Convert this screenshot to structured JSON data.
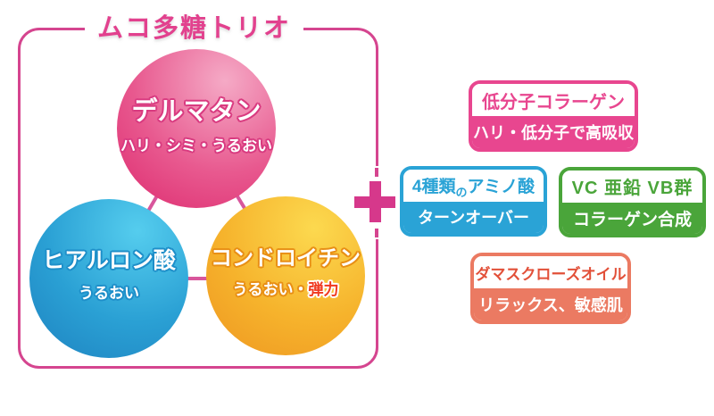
{
  "page": {
    "background": "#ffffff"
  },
  "trio_panel": {
    "title": "ムコ多糖トリオ",
    "border_color": "#d5458f",
    "title_color": "#e2418e",
    "connector_color": "#d8569c",
    "circles": [
      {
        "name": "デルマタン",
        "benefit": "ハリ・シミ・うるおい",
        "color_light": "#f5aac6",
        "color_dark": "#dd2a6e",
        "outline_color": "#d93b80"
      },
      {
        "name": "ヒアルロン酸",
        "benefit": "うるおい",
        "color_light": "#55cdee",
        "color_dark": "#1e82c0",
        "outline_color": "#1e8fc9"
      },
      {
        "name": "コンドロイチン",
        "benefit_prefix": "うるおい・",
        "benefit_highlight": "弾力",
        "color_light": "#fcd94f",
        "color_dark": "#ee9621",
        "outline_color": "#e88f15",
        "highlight_color": "#f0391f"
      }
    ]
  },
  "plus_icon": {
    "glyph": "+",
    "color": "#d6388b"
  },
  "supplement_cards": [
    {
      "name": "低分子コラーゲン",
      "benefit": "ハリ・低分子で高吸収",
      "color": "#e8468f"
    },
    {
      "name_pre": "4種類",
      "name_small": "の",
      "name_post": "アミノ酸",
      "benefit": "ターンオーバー",
      "color": "#2aa3d6"
    },
    {
      "name": "VC 亜鉛 VB群",
      "benefit": "コラーゲン合成",
      "color": "#4aa53a"
    },
    {
      "name": "ダマスクローズオイル",
      "benefit": "リラックス、敏感肌",
      "color": "#eb7a62",
      "name_color": "#e25039"
    }
  ]
}
